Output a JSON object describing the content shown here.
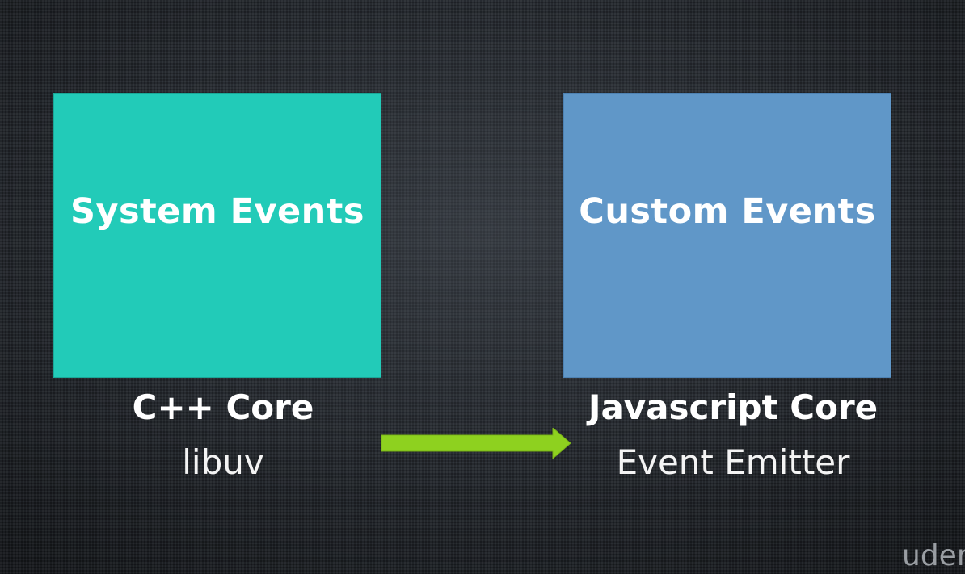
{
  "diagram": {
    "left_box": {
      "title": "System Events",
      "color": "#22cbb8"
    },
    "right_box": {
      "title": "Custom Events",
      "color": "#6097c8"
    },
    "left_caption": {
      "core": "C++ Core",
      "library": "libuv"
    },
    "right_caption": {
      "core": "Javascript Core",
      "library": "Event Emitter"
    },
    "arrow": {
      "color": "#8ed11f",
      "direction": "right"
    }
  },
  "watermark": "udem"
}
